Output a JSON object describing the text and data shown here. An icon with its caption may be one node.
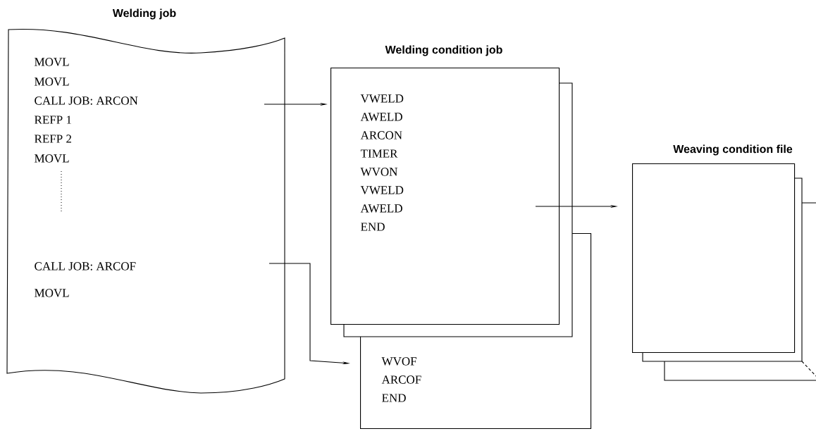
{
  "diagram": {
    "nodes": [
      {
        "text": [
          "Welding job",
          "MOVL",
          "MOVL",
          "CALL  JOB: ARCON",
          "REFP 1",
          "REFP 2",
          "MOVL",
          "CALL JOB: ARCOF",
          "MOVL"
        ]
      },
      {
        "text": [
          "Welding condition job",
          "VWELD",
          "AWELD",
          "ARCON",
          "TIMER",
          "WVON",
          "VWELD",
          "AWELD",
          "END"
        ]
      },
      {
        "text": [
          "WVOF",
          "ARCOF",
          "END"
        ]
      },
      {
        "text": [
          "Weaving condition file"
        ]
      }
    ],
    "edges": [
      {
        "from": 0,
        "to": 1,
        "arrow": "to"
      },
      {
        "from": 0,
        "to": 2,
        "arrow": "to"
      },
      {
        "from": 1,
        "to": 3,
        "arrow": "to"
      }
    ]
  }
}
